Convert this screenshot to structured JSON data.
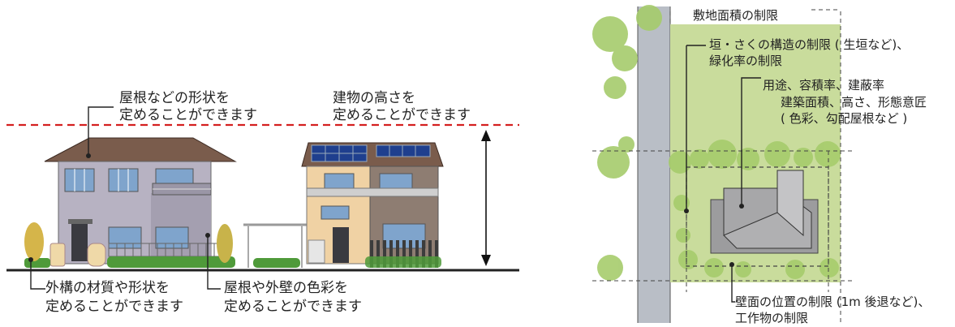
{
  "left_panel": {
    "roof_shape_note": [
      "屋根などの形状を",
      "定めることができます"
    ],
    "height_note": [
      "建物の高さを",
      "定めることができます"
    ],
    "exterior_material_note": [
      "外構の材質や形状を",
      "定めることができます"
    ],
    "color_note": [
      "屋根や外壁の色彩を",
      "定めることができます"
    ]
  },
  "right_panel": {
    "site_area_note": "敷地面積の制限",
    "fence_note": [
      "垣・さくの構造の制限 ( 生垣など)、",
      "緑化率の制限"
    ],
    "use_note": [
      "用途、容積率、建蔽率",
      "建築面積、高さ、形態意匠",
      "( 色彩、勾配屋根など )"
    ],
    "wall_position_note": [
      "壁面の位置の制限 (1m 後退など)、",
      "工作物の制限"
    ]
  },
  "colors": {
    "height_limit_line": "#d42020",
    "site_green": "#c9dc9c",
    "road_gray": "#b9bec6",
    "roof_brown": "#7a5c4c",
    "wall_lavender": "#b7b2c2",
    "wall_beige": "#f0d2a4",
    "wall_brown": "#8e7d72",
    "solar_blue": "#1f3f8e"
  }
}
